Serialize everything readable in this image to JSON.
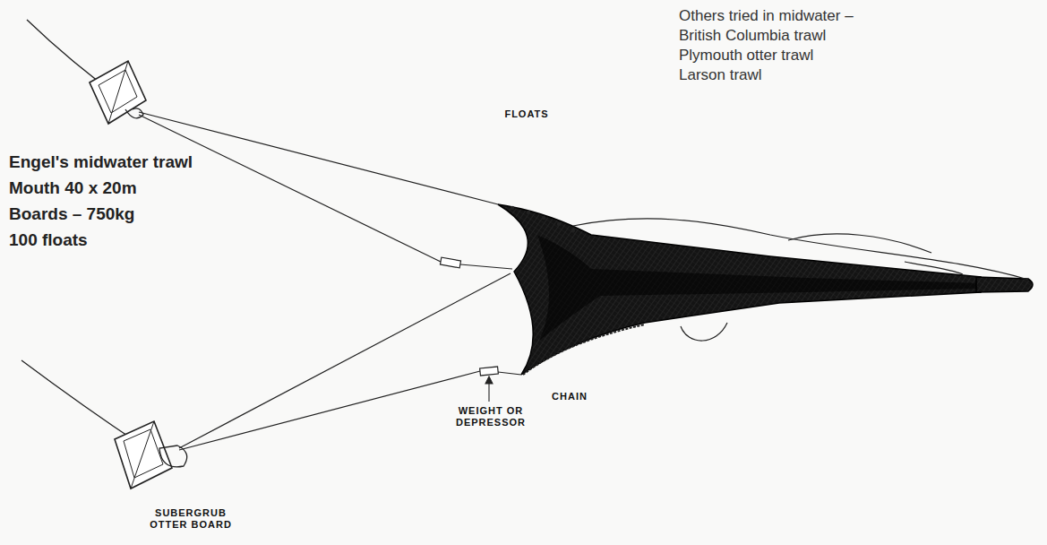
{
  "diagram": {
    "labels": [
      "Others tried in midwater –",
      "British Columbia trawl",
      "Plymouth otter trawl",
      "Larson trawl",
      "Engel's midwater trawl",
      "Mouth 40 x 20m",
      "Boards – 750kg",
      "100 floats",
      "FLOATS",
      "WEIGHT OR DEPRESSOR",
      "CHAIN",
      "SUBERGRUB OTTER BOARD"
    ]
  }
}
